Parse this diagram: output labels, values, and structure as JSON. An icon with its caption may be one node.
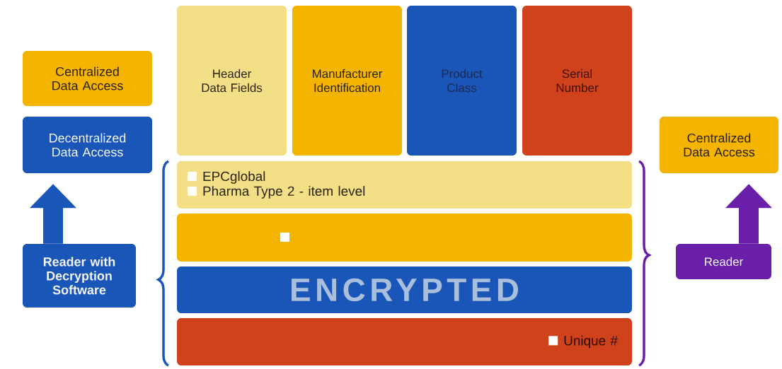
{
  "diagram": {
    "nodes": [
      {
        "text": [
          "Header Data Fields"
        ]
      },
      {
        "text": [
          "Manufacturer Identification"
        ]
      },
      {
        "text": [
          "Product Class"
        ]
      },
      {
        "text": [
          "Serial Number"
        ]
      },
      {
        "text": [
          "Centralized Data Access"
        ]
      },
      {
        "text": [
          "Decentralized Data Access"
        ]
      },
      {
        "text": [
          "Reader with Decryption Software"
        ]
      },
      {
        "text": [
          "EPCglobal",
          "Pharma Type 2 - item level"
        ]
      },
      {
        "text": [],
        "shape": "bar"
      },
      {
        "text": [
          "ENCRYPTED"
        ]
      },
      {
        "text": [
          "Unique #"
        ]
      },
      {
        "text": [
          "Centralized Data Access"
        ]
      },
      {
        "text": [
          "Reader"
        ]
      }
    ],
    "edges": [
      {
        "from": 6,
        "to": 5,
        "arrow": "to",
        "color": "#1a55b8"
      },
      {
        "from": 12,
        "to": 11,
        "arrow": "to",
        "color": "#6a1fa8"
      }
    ]
  }
}
